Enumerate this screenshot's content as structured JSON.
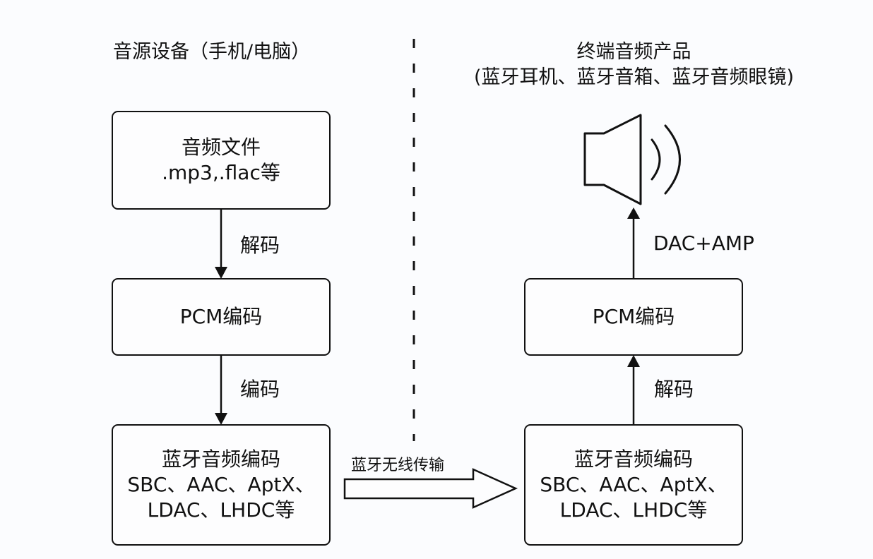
{
  "left_column": {
    "title": "音源设备（手机/电脑）",
    "box_file": {
      "line1": "音频文件",
      "line2": ".mp3,.flac等"
    },
    "edge_decode": "解码",
    "box_pcm": {
      "line1": "PCM编码"
    },
    "edge_encode": "编码",
    "box_bt_codec": {
      "line1": "蓝牙音频编码",
      "line2": "SBC、AAC、AptX、",
      "line3": "LDAC、LHDC等"
    }
  },
  "transfer": {
    "label": "蓝牙无线传输"
  },
  "right_column": {
    "title_line1": "终端音频产品",
    "title_line2": "(蓝牙耳机、蓝牙音箱、蓝牙音频眼镜)",
    "speaker_icon": "speaker-icon",
    "edge_dac": "DAC+AMP",
    "box_pcm": {
      "line1": "PCM编码"
    },
    "edge_decode": "解码",
    "box_bt_codec": {
      "line1": "蓝牙音频编码",
      "line2": "SBC、AAC、AptX、",
      "line3": "LDAC、LHDC等"
    }
  }
}
